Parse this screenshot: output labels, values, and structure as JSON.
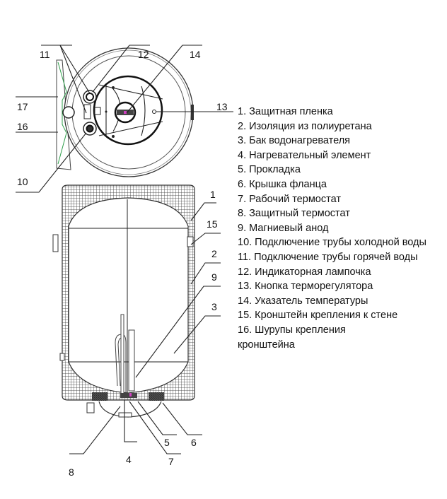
{
  "diagram": {
    "top_view_labels": {
      "l11": "11",
      "l12": "12",
      "l14": "14",
      "l13": "13",
      "l17": "17",
      "l16": "16",
      "l10": "10"
    },
    "side_view_labels": {
      "l1": "1",
      "l15": "15",
      "l2": "2",
      "l9": "9",
      "l3": "3",
      "l5": "5",
      "l6": "6",
      "l7": "7",
      "l4": "4",
      "l8": "8"
    },
    "colors": {
      "bracket": "#2e9e4a",
      "indicator": "#d040c0",
      "line": "#222222"
    }
  },
  "legend": {
    "items": [
      "1. Защитная пленка",
      "2. Изоляция из полиуретана",
      "3. Бак водонагревателя",
      "4.  Нагревательный элемент",
      "5. Прокладка",
      "6. Крышка фланца",
      "7. Рабочий термостат",
      "8. Защитный термостат",
      "9. Магниевый анод",
      "10. Подключение трубы холодной воды",
      "11. Подключение трубы горячей воды",
      "12. Индикаторная лампочка",
      "13. Кнопка терморегулятора",
      "14. Указатель температуры",
      "15. Кронштейн крепления к стене",
      "16. Шурупы крепления кронштейна"
    ]
  }
}
